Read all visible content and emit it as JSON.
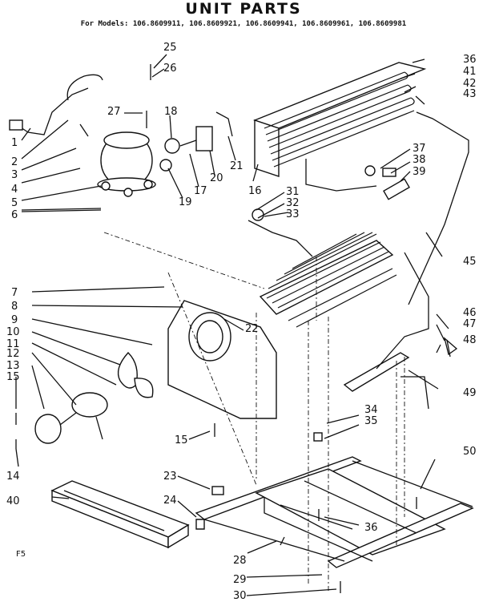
{
  "title": "UNIT PARTS",
  "models": "For Models: 106.8609911, 106.8609921, 106.8609941, 106.8609961, 106.8609981",
  "footer": "F5",
  "callouts": [
    "1",
    "2",
    "3",
    "4",
    "5",
    "6",
    "7",
    "8",
    "9",
    "10",
    "11",
    "12",
    "13",
    "14",
    "15",
    "15",
    "16",
    "17",
    "18",
    "19",
    "20",
    "21",
    "22",
    "23",
    "24",
    "25",
    "26",
    "27",
    "28",
    "29",
    "30",
    "31",
    "32",
    "33",
    "34",
    "35",
    "36",
    "36",
    "37",
    "38",
    "39",
    "40",
    "41",
    "42",
    "43",
    "45",
    "46",
    "47",
    "48",
    "49",
    "50"
  ]
}
